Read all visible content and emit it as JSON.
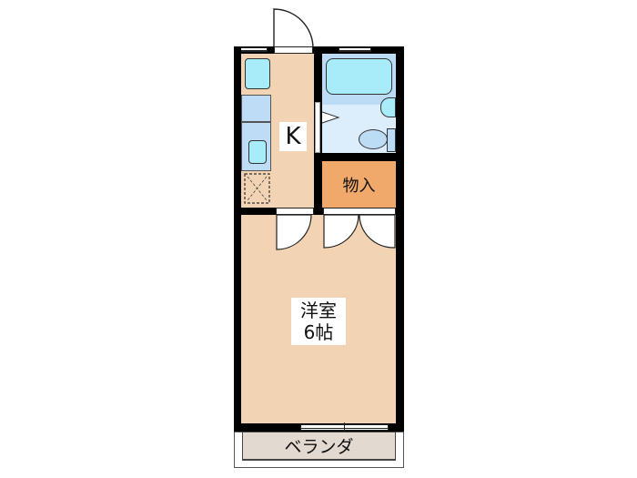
{
  "floorplan": {
    "rooms": {
      "kitchen": {
        "label": "K"
      },
      "storage": {
        "label": "物入"
      },
      "western_room": {
        "label_line1": "洋室",
        "label_line2": "6帖"
      },
      "veranda": {
        "label": "ベランダ"
      }
    },
    "colors": {
      "room_floor": "#f2d3b4",
      "bath_floor": "#dceefc",
      "tub_area": "#bcdcf6",
      "fixture": "#a8ecfa",
      "storage": "#f0a96a",
      "veranda": "#e2d9d0",
      "wall": "#000000"
    }
  }
}
